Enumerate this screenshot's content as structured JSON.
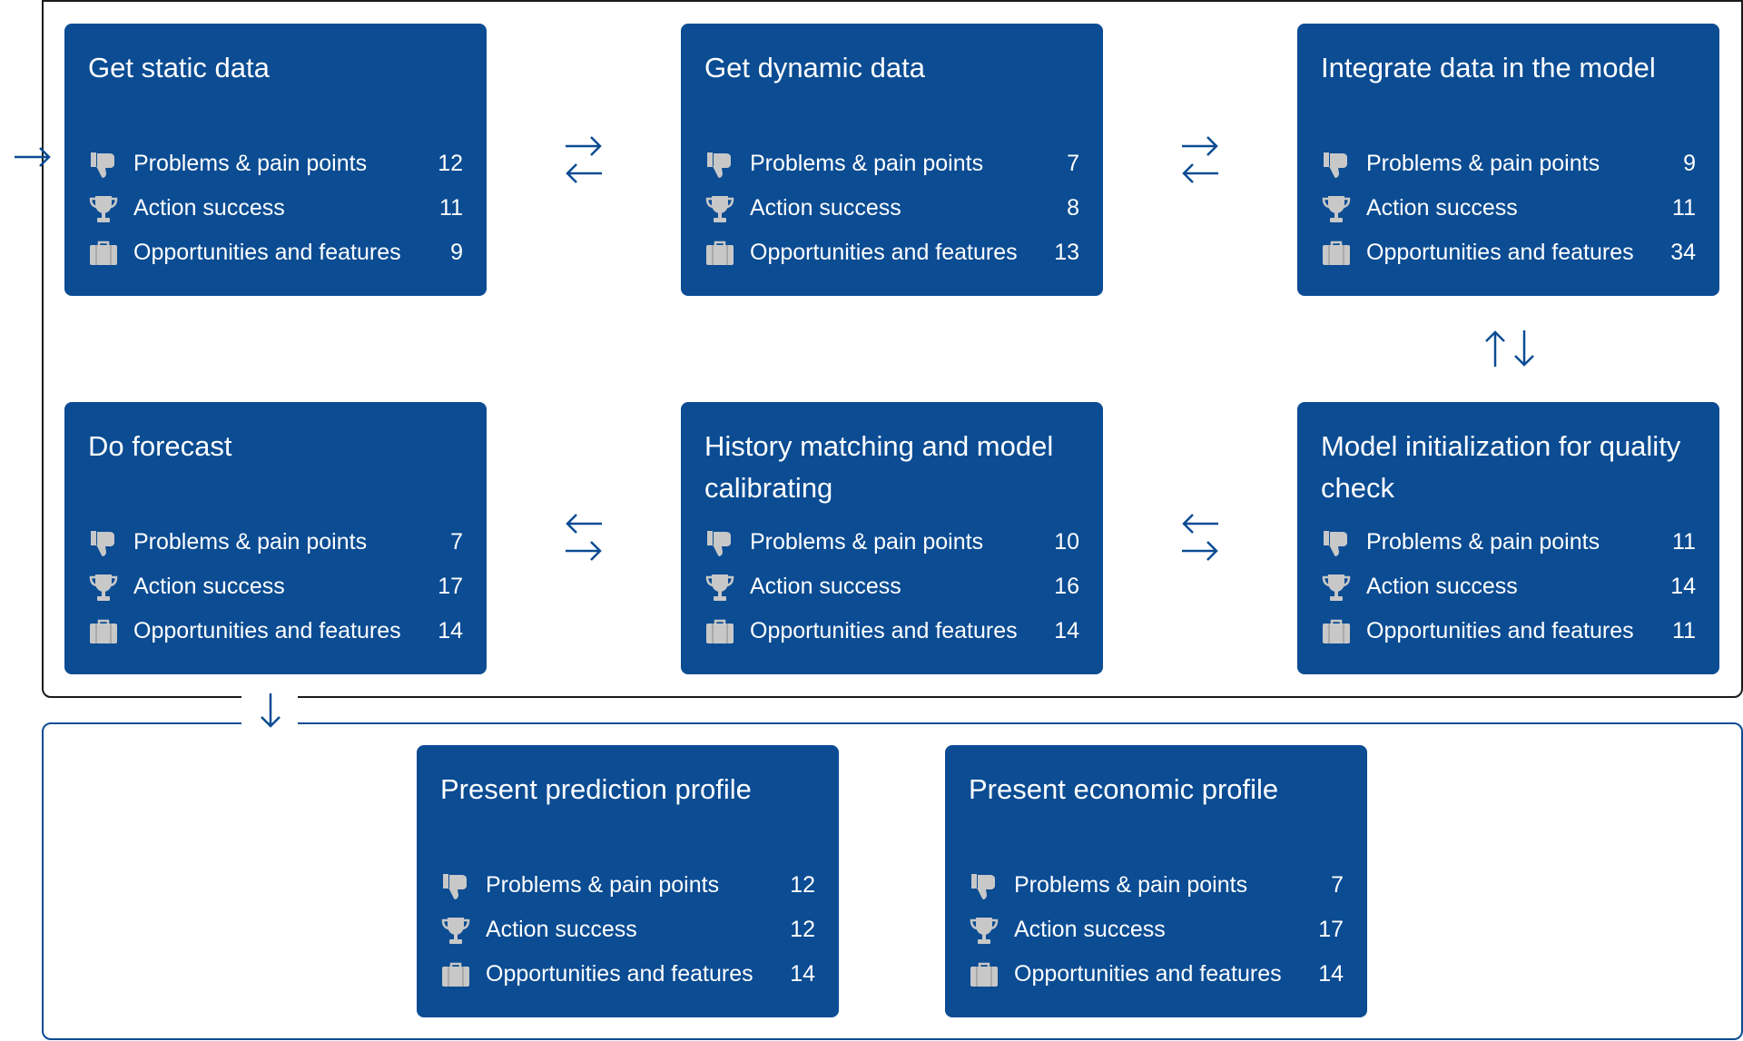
{
  "metric_labels": {
    "problems": "Problems & pain points",
    "success": "Action success",
    "opportunities": "Opportunities and features"
  },
  "icons": {
    "problems": "thumbs-down-icon",
    "success": "trophy-icon",
    "opportunities": "briefcase-icon"
  },
  "colors": {
    "card": "#0b4c93",
    "arrow": "#0b4c93",
    "icon": "#c8c8c8"
  },
  "stages": [
    {
      "title": "Get static data",
      "counts": {
        "problems": "12",
        "success": "11",
        "opportunities": "9"
      }
    },
    {
      "title": "Get dynamic data",
      "counts": {
        "problems": "7",
        "success": "8",
        "opportunities": "13"
      }
    },
    {
      "title": "Integrate data in the model",
      "counts": {
        "problems": "9",
        "success": "11",
        "opportunities": "34"
      }
    },
    {
      "title": "Do forecast",
      "counts": {
        "problems": "7",
        "success": "17",
        "opportunities": "14"
      }
    },
    {
      "title": "History matching and model calibrating",
      "counts": {
        "problems": "10",
        "success": "16",
        "opportunities": "14"
      }
    },
    {
      "title": "Model initialization for quality check",
      "counts": {
        "problems": "11",
        "success": "14",
        "opportunities": "11"
      }
    },
    {
      "title": "Present prediction profile",
      "counts": {
        "problems": "12",
        "success": "12",
        "opportunities": "14"
      }
    },
    {
      "title": "Present economic profile",
      "counts": {
        "problems": "7",
        "success": "17",
        "opportunities": "14"
      }
    }
  ]
}
